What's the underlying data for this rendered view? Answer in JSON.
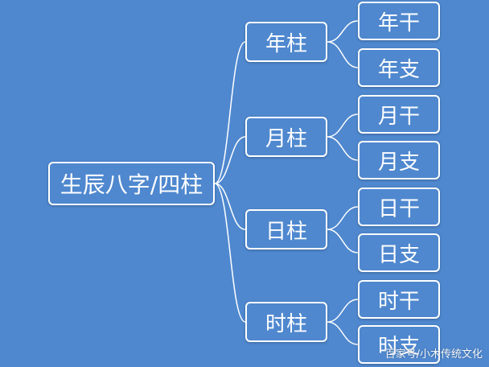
{
  "diagram": {
    "root": "生辰八字/四柱",
    "pillars": [
      {
        "label": "年柱",
        "children": [
          "年干",
          "年支"
        ]
      },
      {
        "label": "月柱",
        "children": [
          "月干",
          "月支"
        ]
      },
      {
        "label": "日柱",
        "children": [
          "日干",
          "日支"
        ]
      },
      {
        "label": "时柱",
        "children": [
          "时干",
          "时支"
        ]
      }
    ]
  },
  "watermark": "百家号/小木传统文化",
  "colors": {
    "background": "#4f88cf",
    "node_border": "#ffffff",
    "text": "#ffffff",
    "line": "#ffffff"
  }
}
